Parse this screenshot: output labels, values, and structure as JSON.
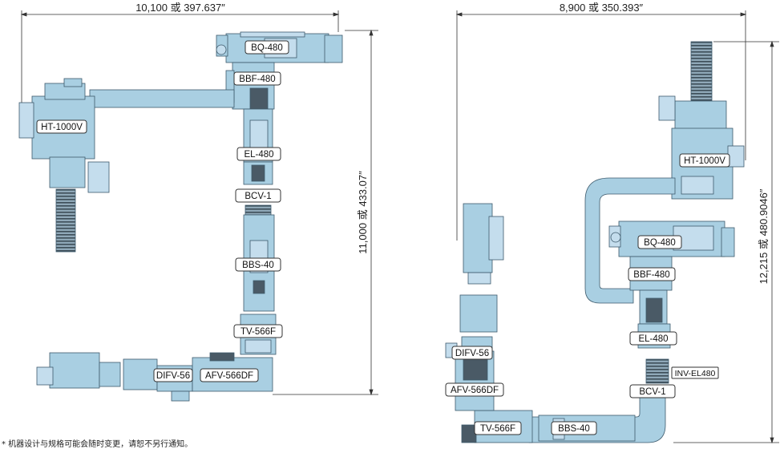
{
  "left": {
    "width_dim": "10,100 或  397.637″",
    "height_dim": "11,000 或 433.07″",
    "labels": {
      "bq": "BQ-480",
      "bbf": "BBF-480",
      "ht": "HT-1000V",
      "el": "EL-480",
      "bcv": "BCV-1",
      "bbs": "BBS-40",
      "tv": "TV-566F",
      "difv": "DIFV-56",
      "afv": "AFV-566DF"
    }
  },
  "right": {
    "width_dim": "8,900 或 350.393″",
    "height_dim": "12,215 或 480.9046″",
    "labels": {
      "ht": "HT-1000V",
      "bq": "BQ-480",
      "bbf": "BBF-480",
      "el": "EL-480",
      "inv": "INV-EL480",
      "bcv": "BCV-1",
      "difv": "DIFV-56",
      "afv": "AFV-566DF",
      "tv": "TV-566F",
      "bbs": "BBS-40"
    }
  },
  "footnote": "* 机器设计与规格可能会随时变更，请恕不另行通知。",
  "colors": {
    "machine_fill": "#a9cfe2",
    "machine_stroke": "#3d5a6c",
    "dark_detail": "#4a5a66",
    "label_bg": "#ffffff",
    "dim_line": "#333333"
  }
}
